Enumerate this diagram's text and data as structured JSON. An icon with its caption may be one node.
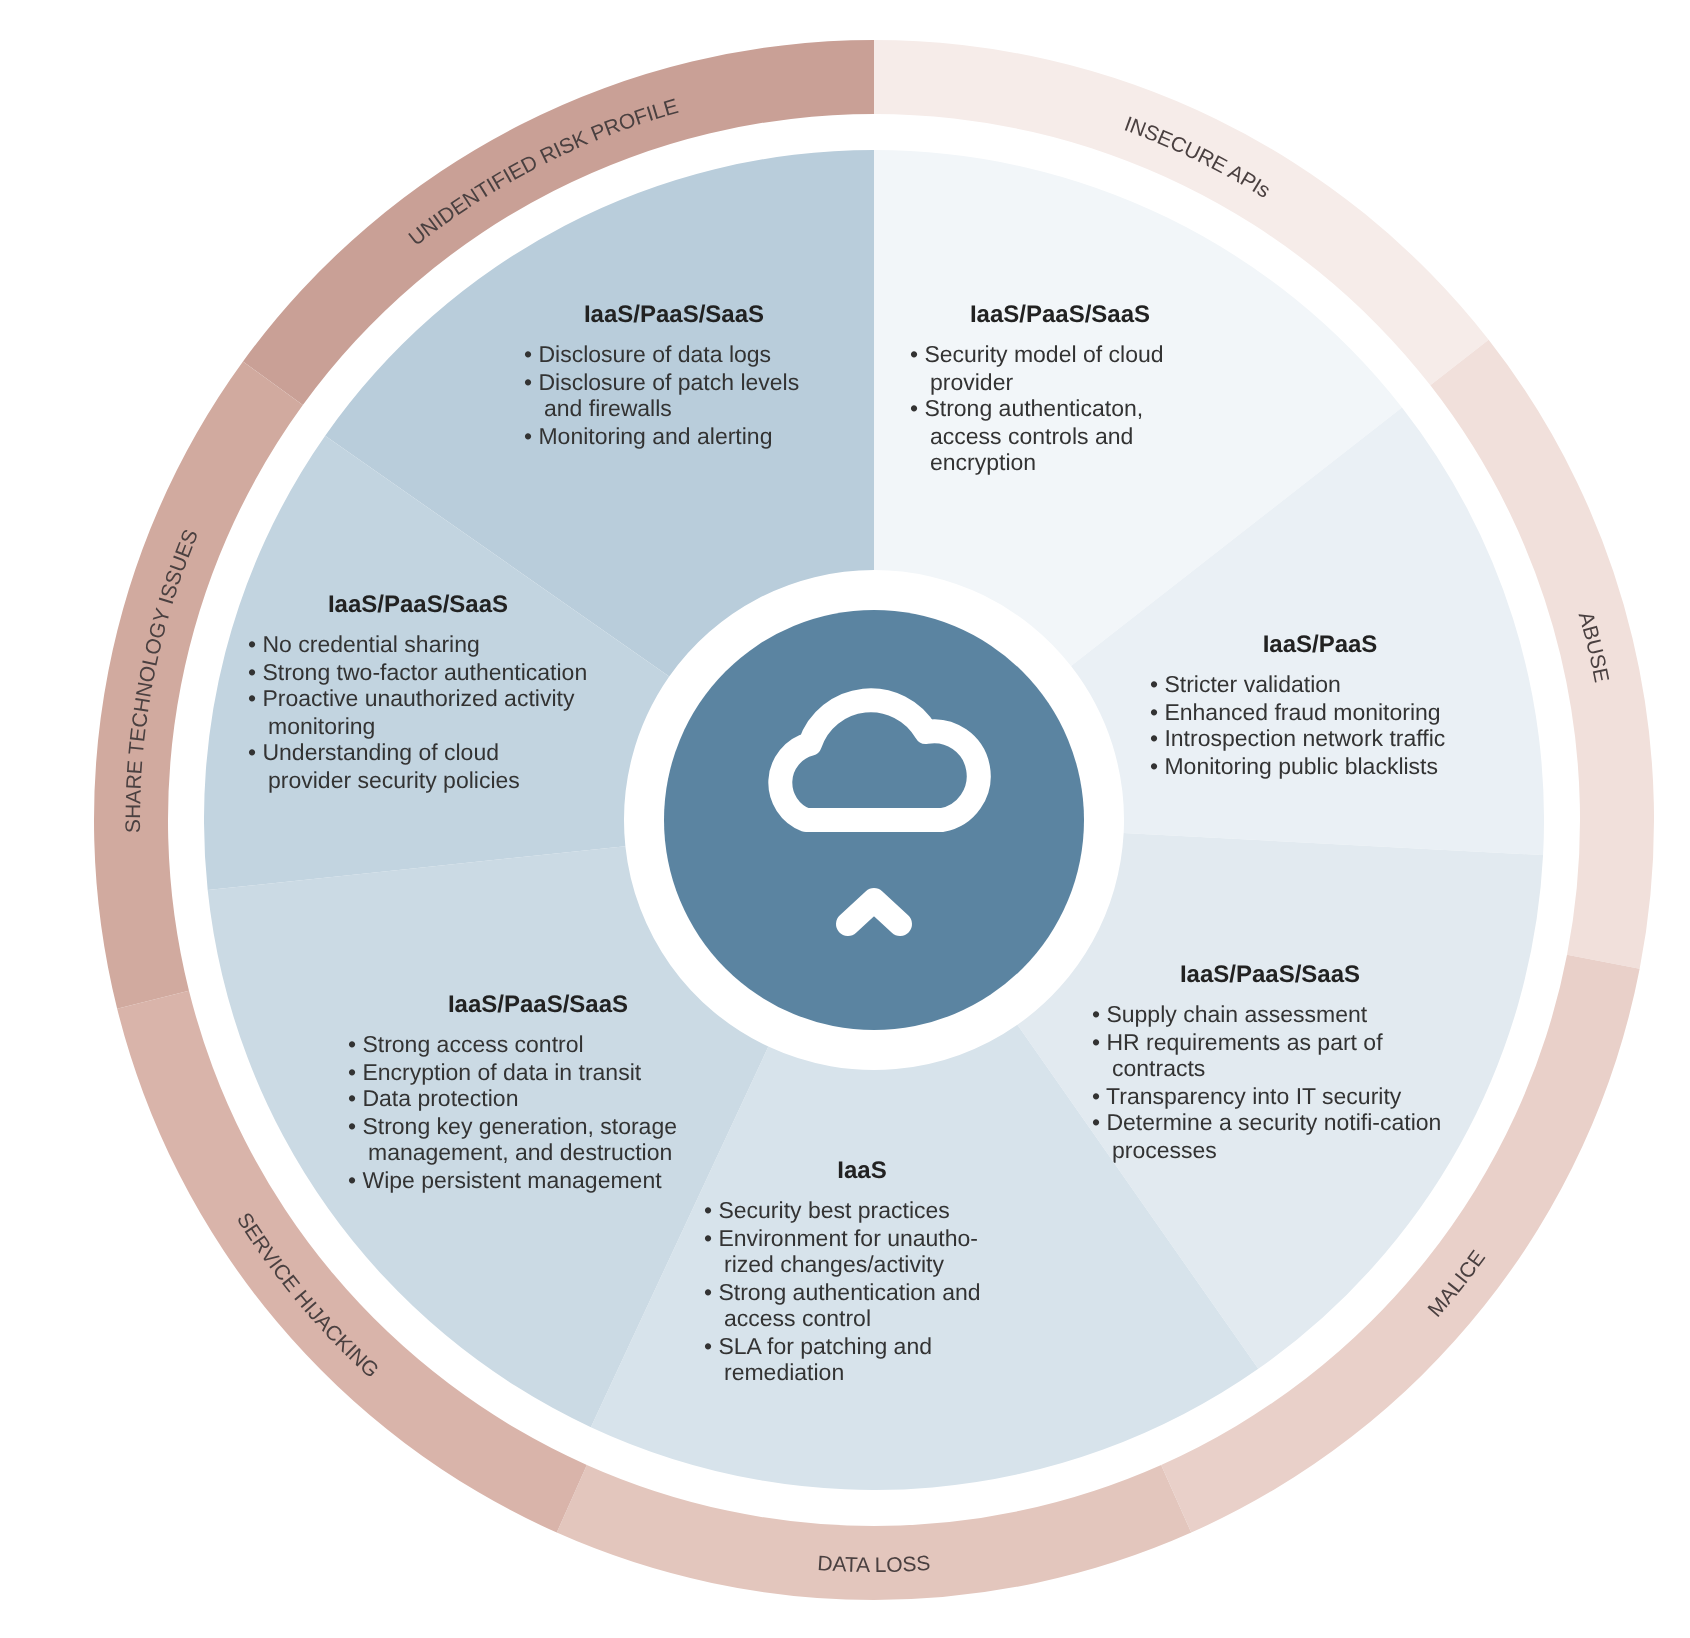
{
  "diagram": {
    "nodes": [
      {
        "text": [
          "UNIDENTIFIED RISK PROFILE"
        ]
      },
      {
        "text": [
          "INSECURE APIs"
        ]
      },
      {
        "text": [
          "ABUSE"
        ]
      },
      {
        "text": [
          "MALICE"
        ]
      },
      {
        "text": [
          "DATA LOSS"
        ]
      },
      {
        "text": [
          "SERVICE HIJACKING"
        ]
      },
      {
        "text": [
          "SHARE TECHNOLOGY ISSUES"
        ]
      },
      {
        "text": [
          "IaaS/PaaS/SaaS",
          "• Disclosure of data logs",
          "• Disclosure of patch levels and firewalls",
          "• Monitoring and alerting"
        ]
      },
      {
        "text": [
          "IaaS/PaaS/SaaS",
          "• Security model of cloud provider",
          "• Strong authenticaton, access controls and encryption"
        ]
      },
      {
        "text": [
          "IaaS/PaaS",
          "• Stricter validation",
          "• Enhanced fraud monitoring",
          "• Introspection network traffic",
          "• Monitoring public blacklists"
        ]
      },
      {
        "text": [
          "IaaS/PaaS/SaaS",
          "• Supply chain assessment",
          "• HR requirements as part of contracts",
          "• Transparency into IT security",
          "• Determine a security notifi-cation processes"
        ]
      },
      {
        "text": [
          "IaaS",
          "• Security best practices",
          "• Environment for unautho-rized changes/activity",
          "• Strong authentication and access control",
          "• SLA for patching and remediation"
        ]
      },
      {
        "text": [
          "IaaS/PaaS/SaaS",
          "• Strong access control",
          "• Encryption of data in transit",
          "• Data protection",
          "• Strong key generation, storage management, and destruction",
          "• Wipe persistent management"
        ]
      },
      {
        "text": [
          "IaaS/PaaS/SaaS",
          "• No credential sharing",
          "• Strong two-factor authentication",
          "• Proactive unauthorized activity monitoring",
          "• Understanding of cloud provider security policies"
        ]
      },
      {
        "text": [],
        "shape": "circle"
      }
    ]
  }
}
